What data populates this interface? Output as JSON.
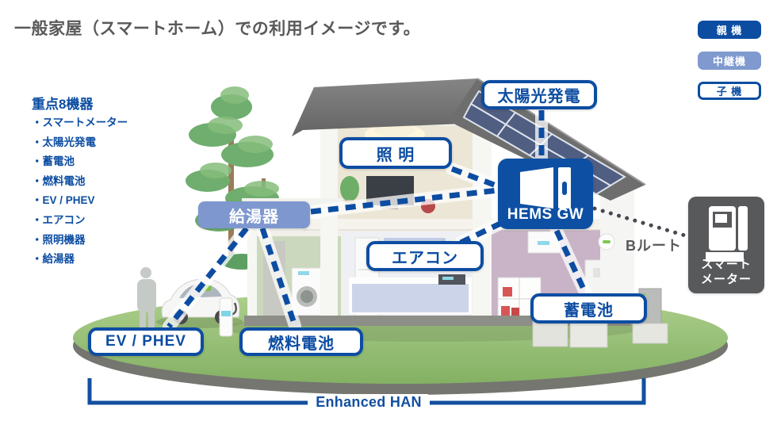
{
  "title": "一般家屋（スマートホーム）での利用イメージです。",
  "legend": {
    "parent": "親 機",
    "relay": "中継機",
    "child": "子 機"
  },
  "device_list": {
    "heading": "重点8機器",
    "items": [
      "・スマートメーター",
      "・太陽光発電",
      "・蓄電池",
      "・燃料電池",
      "・EV / PHEV",
      "・エアコン",
      "・照明機器",
      "・給湯器"
    ]
  },
  "nodes": {
    "solar": "太陽光発電",
    "lighting": "照 明",
    "water_heater": "給湯器",
    "aircon": "エアコン",
    "battery": "蓄電池",
    "ev_phev": "EV / PHEV",
    "fuel_cell": "燃料電池",
    "hems_gw": "HEMS GW",
    "smart_meter_line1": "スマート",
    "smart_meter_line2": "メーター"
  },
  "annotations": {
    "b_route": "Bルート",
    "enhanced_han": "Enhanced HAN"
  },
  "colors": {
    "primary_blue": "#0c4da2",
    "relay_blue": "#7e97cf",
    "hems_blue": "#0d50a3",
    "meter_gray": "#58595b",
    "han_blue": "#134f9f",
    "title_gray": "#595959"
  }
}
